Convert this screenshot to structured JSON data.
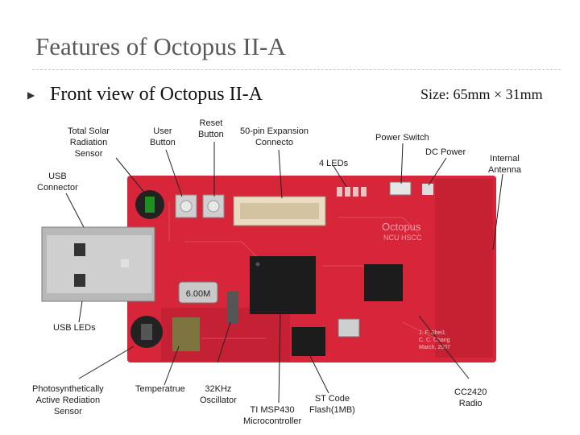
{
  "slide": {
    "title": "Features of Octopus II-A",
    "bullet_text": "Front view of Octopus II-A",
    "size_text": "Size: 65mm × 31mm"
  },
  "callouts": {
    "usb_connector": "USB\nConnector",
    "solar_sensor": "Total Solar\nRadiation\nSensor",
    "user_button": "User\nButton",
    "reset_button": "Reset\nButton",
    "expansion": "50-pin Expansion\nConnecto",
    "power_switch": "Power Switch",
    "leds": "4 LEDs",
    "dc_power": "DC Power",
    "antenna": "Internal\nAntenna",
    "usb_leds": "USB LEDs",
    "par_sensor": "Photosynthetically\nActive Rediation\nSensor",
    "temperature": "Temperatrue",
    "oscillator": "32KHz\nOscillator",
    "mcu": "TI MSP430\nMicrocontroller",
    "flash": "ST Code\nFlash(1MB)",
    "radio": "CC2420\nRadio"
  },
  "board": {
    "brand": "Octopus",
    "model": "NCU HSCC",
    "crystal": "6.00M",
    "sign_lines": [
      "J. F. Shei1",
      "C. C. Chang",
      "March, 2007"
    ]
  },
  "colors": {
    "pcb": "#d7263a",
    "pcb_dark": "#b81f30",
    "chip": "#1c1c1c",
    "usb_metal": "#b8b8b8",
    "title_gray": "#595959"
  },
  "icons": {
    "bullet": "triangle-right-icon"
  }
}
